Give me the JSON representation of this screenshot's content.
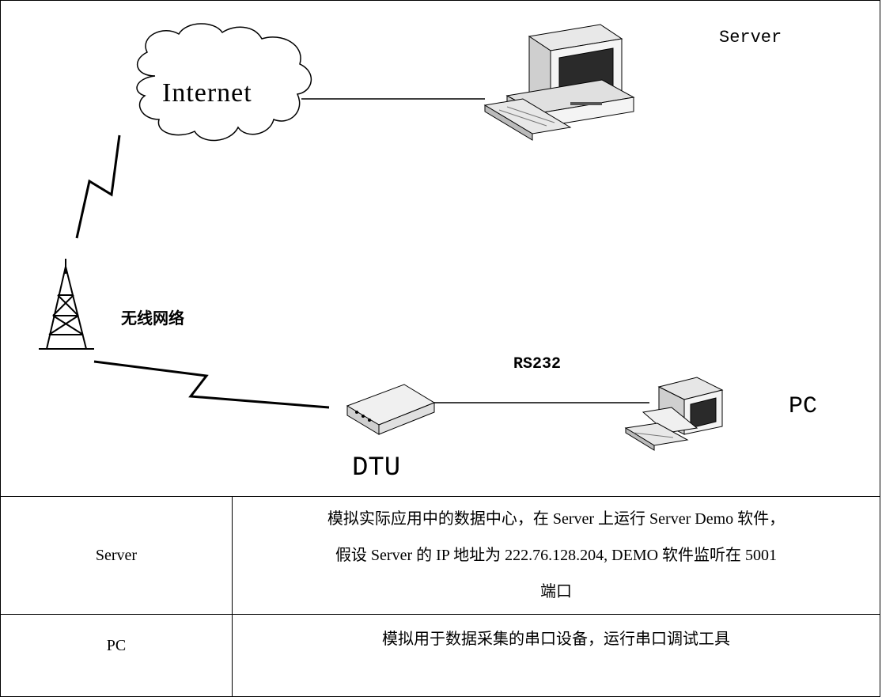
{
  "diagram": {
    "labels": {
      "internet": "Internet",
      "server": "Server",
      "wireless_network": "无线网络",
      "rs232": "RS232",
      "dtu": "DTU",
      "pc": "PC"
    }
  },
  "table": {
    "rows": [
      {
        "name": "Server",
        "description_lines": [
          "模拟实际应用中的数据中心，在 Server 上运行 Server Demo 软件，",
          "假设 Server 的 IP 地址为 222.76.128.204, DEMO 软件监听在 5001",
          "端口"
        ]
      },
      {
        "name": "PC",
        "description_lines": [
          "模拟用于数据采集的串口设备，运行串口调试工具"
        ]
      }
    ]
  }
}
